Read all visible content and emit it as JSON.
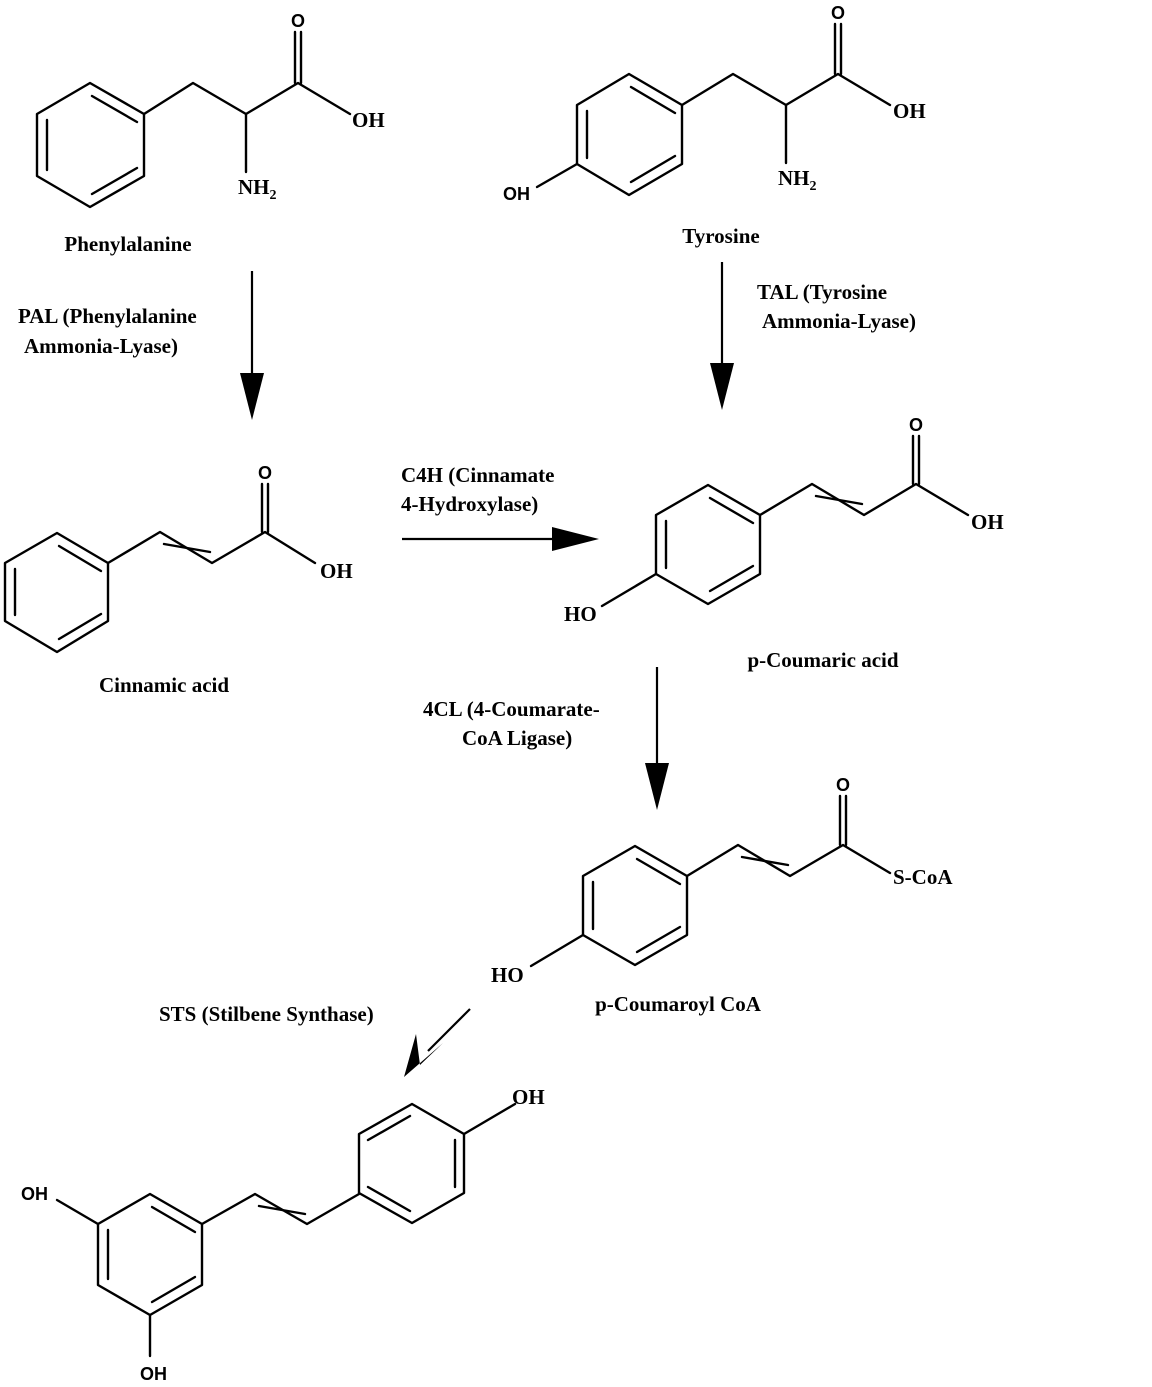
{
  "diagram": {
    "title": "Resveratrol biosynthesis pathway",
    "compounds": {
      "phenylalanine": {
        "name": "Phenylalanine",
        "atoms": {
          "o": "O",
          "oh": "OH",
          "nh2_n": "NH",
          "nh2_sub": "2"
        }
      },
      "tyrosine": {
        "name": "Tyrosine",
        "atoms": {
          "o": "O",
          "oh": "OH",
          "ring_oh": "OH",
          "nh2_n": "NH",
          "nh2_sub": "2"
        }
      },
      "cinnamic_acid": {
        "name": "Cinnamic acid",
        "atoms": {
          "o": "O",
          "oh": "OH"
        }
      },
      "p_coumaric_acid": {
        "name": "p-Coumaric acid",
        "atoms": {
          "o": "O",
          "oh": "OH",
          "ring_ho": "HO"
        }
      },
      "p_coumaroyl_coa": {
        "name": "p-Coumaroyl CoA",
        "atoms": {
          "o": "O",
          "scoa": "S-CoA",
          "ring_ho": "HO"
        }
      },
      "resveratrol": {
        "name": "",
        "atoms": {
          "oh_top": "OH",
          "oh_left": "OH",
          "oh_bottom": "OH"
        }
      }
    },
    "enzymes": {
      "pal": {
        "line1": "PAL (Phenylalanine",
        "line2": "Ammonia-Lyase)"
      },
      "tal": {
        "line1": "TAL (Tyrosine",
        "line2": "Ammonia-Lyase)"
      },
      "c4h": {
        "line1": "C4H (Cinnamate",
        "line2": "4-Hydroxylase)"
      },
      "fourcl": {
        "line1": "4CL (4-Coumarate-",
        "line2": "CoA Ligase)"
      },
      "sts": {
        "line1": "STS (Stilbene Synthase)"
      }
    },
    "steps": [
      {
        "from": "Phenylalanine",
        "to": "Cinnamic acid",
        "enzyme": "PAL"
      },
      {
        "from": "Tyrosine",
        "to": "p-Coumaric acid",
        "enzyme": "TAL"
      },
      {
        "from": "Cinnamic acid",
        "to": "p-Coumaric acid",
        "enzyme": "C4H"
      },
      {
        "from": "p-Coumaric acid",
        "to": "p-Coumaroyl CoA",
        "enzyme": "4CL"
      },
      {
        "from": "p-Coumaroyl CoA",
        "to": "resveratrol structure",
        "enzyme": "STS"
      }
    ],
    "colors": {
      "ink": "#000000",
      "background": "#ffffff"
    }
  }
}
